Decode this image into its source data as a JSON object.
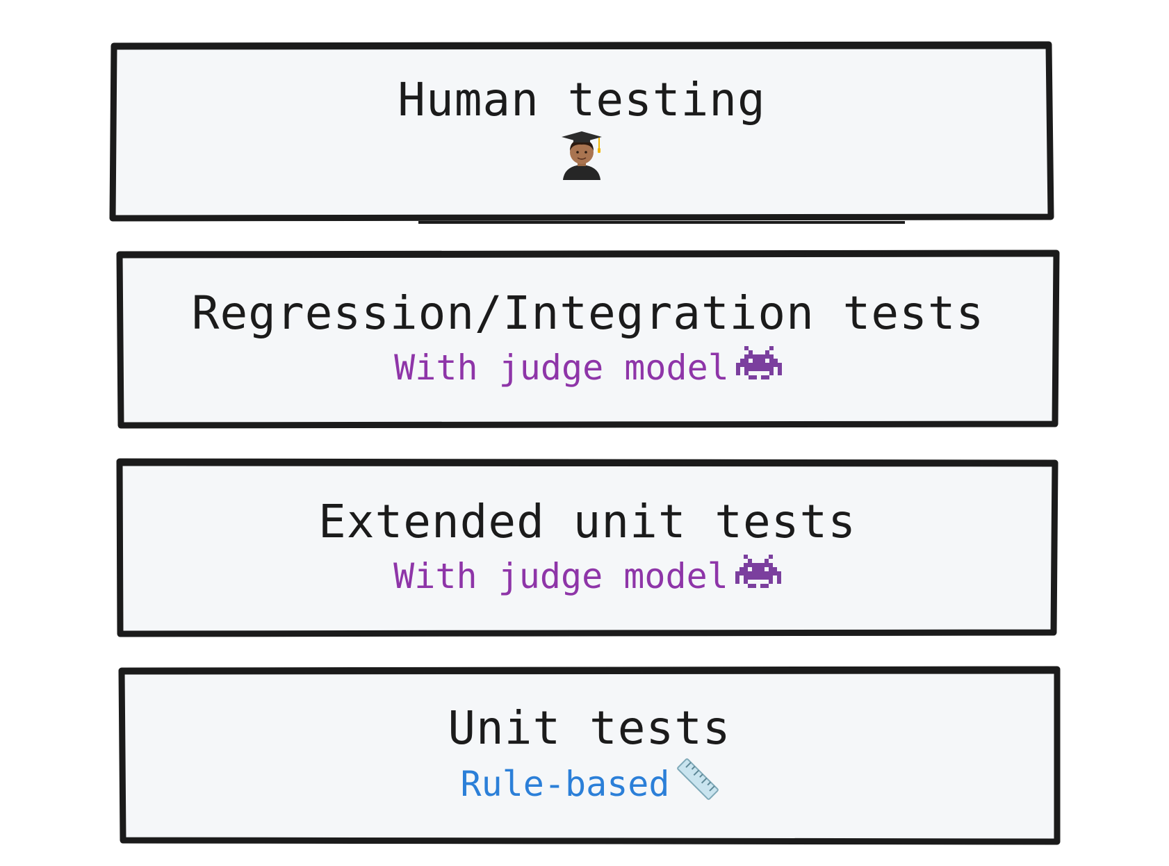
{
  "levels": [
    {
      "title": "Human testing",
      "subtitle": "",
      "icon": "graduate-icon"
    },
    {
      "title": "Regression/Integration tests",
      "subtitle": "With judge model",
      "subtitle_color": "#8e35a8",
      "icon": "space-invader-icon"
    },
    {
      "title": "Extended unit tests",
      "subtitle": "With judge model",
      "subtitle_color": "#8e35a8",
      "icon": "space-invader-icon"
    },
    {
      "title": "Unit tests",
      "subtitle": "Rule-based",
      "subtitle_color": "#2b7fd8",
      "icon": "ruler-icon"
    }
  ],
  "colors": {
    "box_fill": "#f5f7f9",
    "outline": "#1b1b1b",
    "title": "#1b1b1b"
  }
}
